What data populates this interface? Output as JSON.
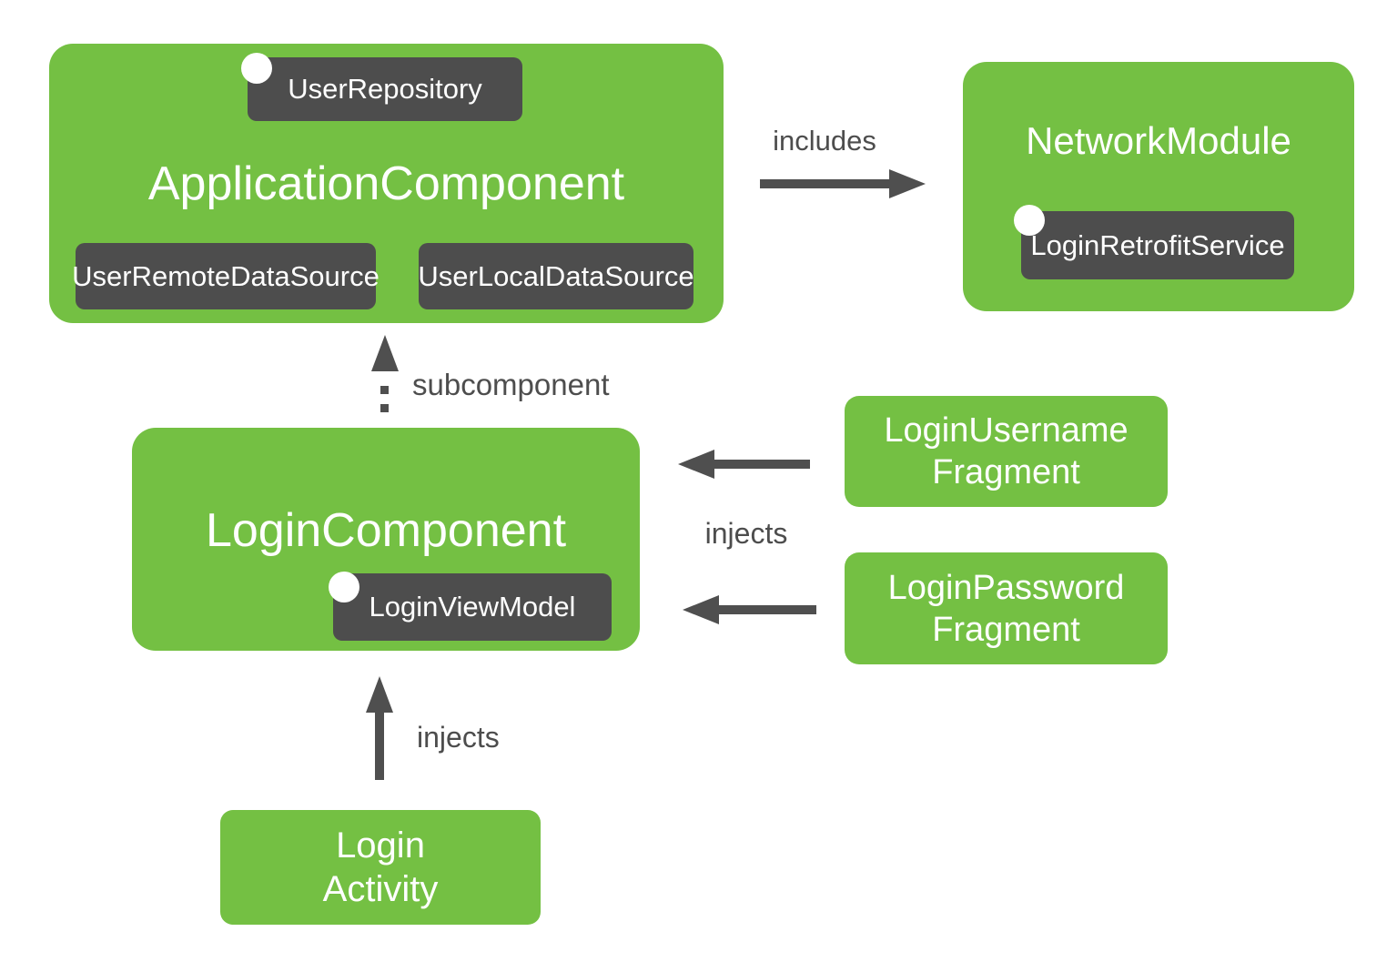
{
  "colors": {
    "green": "#74C043",
    "dark": "#4D4D4D",
    "arrow": "#4F4F4F",
    "label": "#4D4D4D",
    "background": "#FFFFFF",
    "text_on_green": "#FFFFFF",
    "text_on_dark": "#FFFFFF",
    "dot": "#FFFFFF"
  },
  "nodes": {
    "application_component": {
      "title": "ApplicationComponent",
      "badges": {
        "user_repository": "UserRepository",
        "user_remote_data_source": "UserRemoteDataSource",
        "user_local_data_source": "UserLocalDataSource"
      }
    },
    "network_module": {
      "title": "NetworkModule",
      "badges": {
        "login_retrofit_service": "LoginRetrofitService"
      }
    },
    "login_component": {
      "title": "LoginComponent",
      "badges": {
        "login_view_model": "LoginViewModel"
      }
    },
    "login_username_fragment": {
      "line1": "LoginUsername",
      "line2": "Fragment"
    },
    "login_password_fragment": {
      "line1": "LoginPassword",
      "line2": "Fragment"
    },
    "login_activity": {
      "line1": "Login",
      "line2": "Activity"
    }
  },
  "edges": {
    "includes": {
      "label": "includes"
    },
    "subcomponent": {
      "label": "subcomponent"
    },
    "injects_fragments": {
      "label": "injects"
    },
    "injects_activity": {
      "label": "injects"
    }
  }
}
